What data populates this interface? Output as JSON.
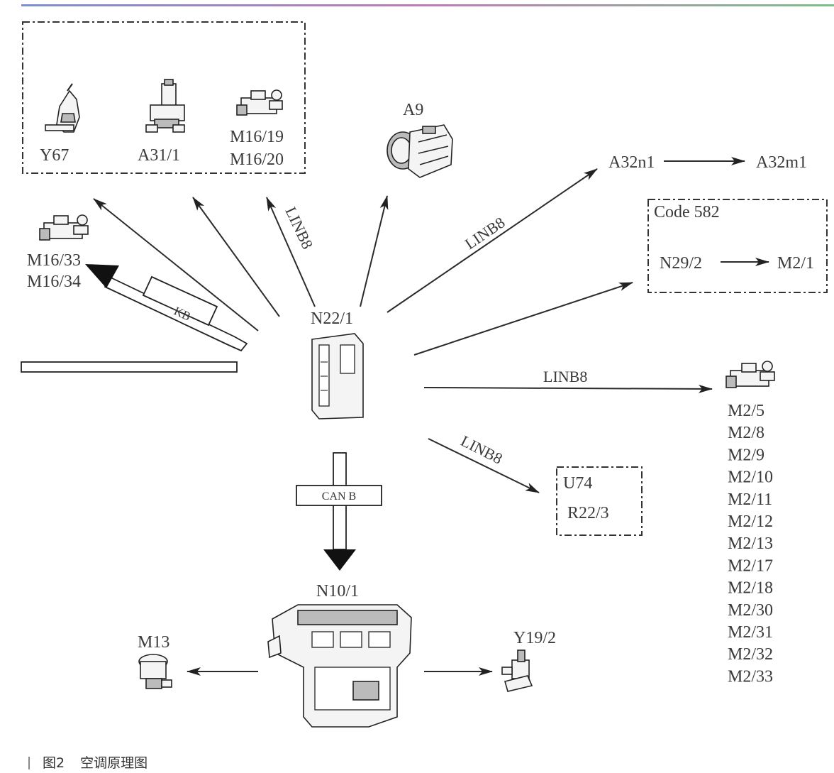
{
  "nodes": {
    "y67": "Y67",
    "a31_1": "A31/1",
    "m16_19": "M16/19",
    "m16_20": "M16/20",
    "a9": "A9",
    "a32n1": "A32n1",
    "a32m1": "A32m1",
    "code582": "Code 582",
    "n29_2": "N29/2",
    "m2_1": "M2/1",
    "m16_33": "M16/33",
    "m16_34": "M16/34",
    "n22_1": "N22/1",
    "u74": "U74",
    "r22_3": "R22/3",
    "n10_1": "N10/1",
    "m13": "M13",
    "y19_2": "Y19/2"
  },
  "bus_labels": {
    "linb8": "LINB8",
    "kb": "KB",
    "can_b": "CAN B"
  },
  "m2_list": [
    "M2/5",
    "M2/8",
    "M2/9",
    "M2/10",
    "M2/11",
    "M2/12",
    "M2/13",
    "M2/17",
    "M2/18",
    "M2/30",
    "M2/31",
    "M2/32",
    "M2/33"
  ],
  "caption": {
    "number": "图2",
    "title": "空调原理图"
  }
}
